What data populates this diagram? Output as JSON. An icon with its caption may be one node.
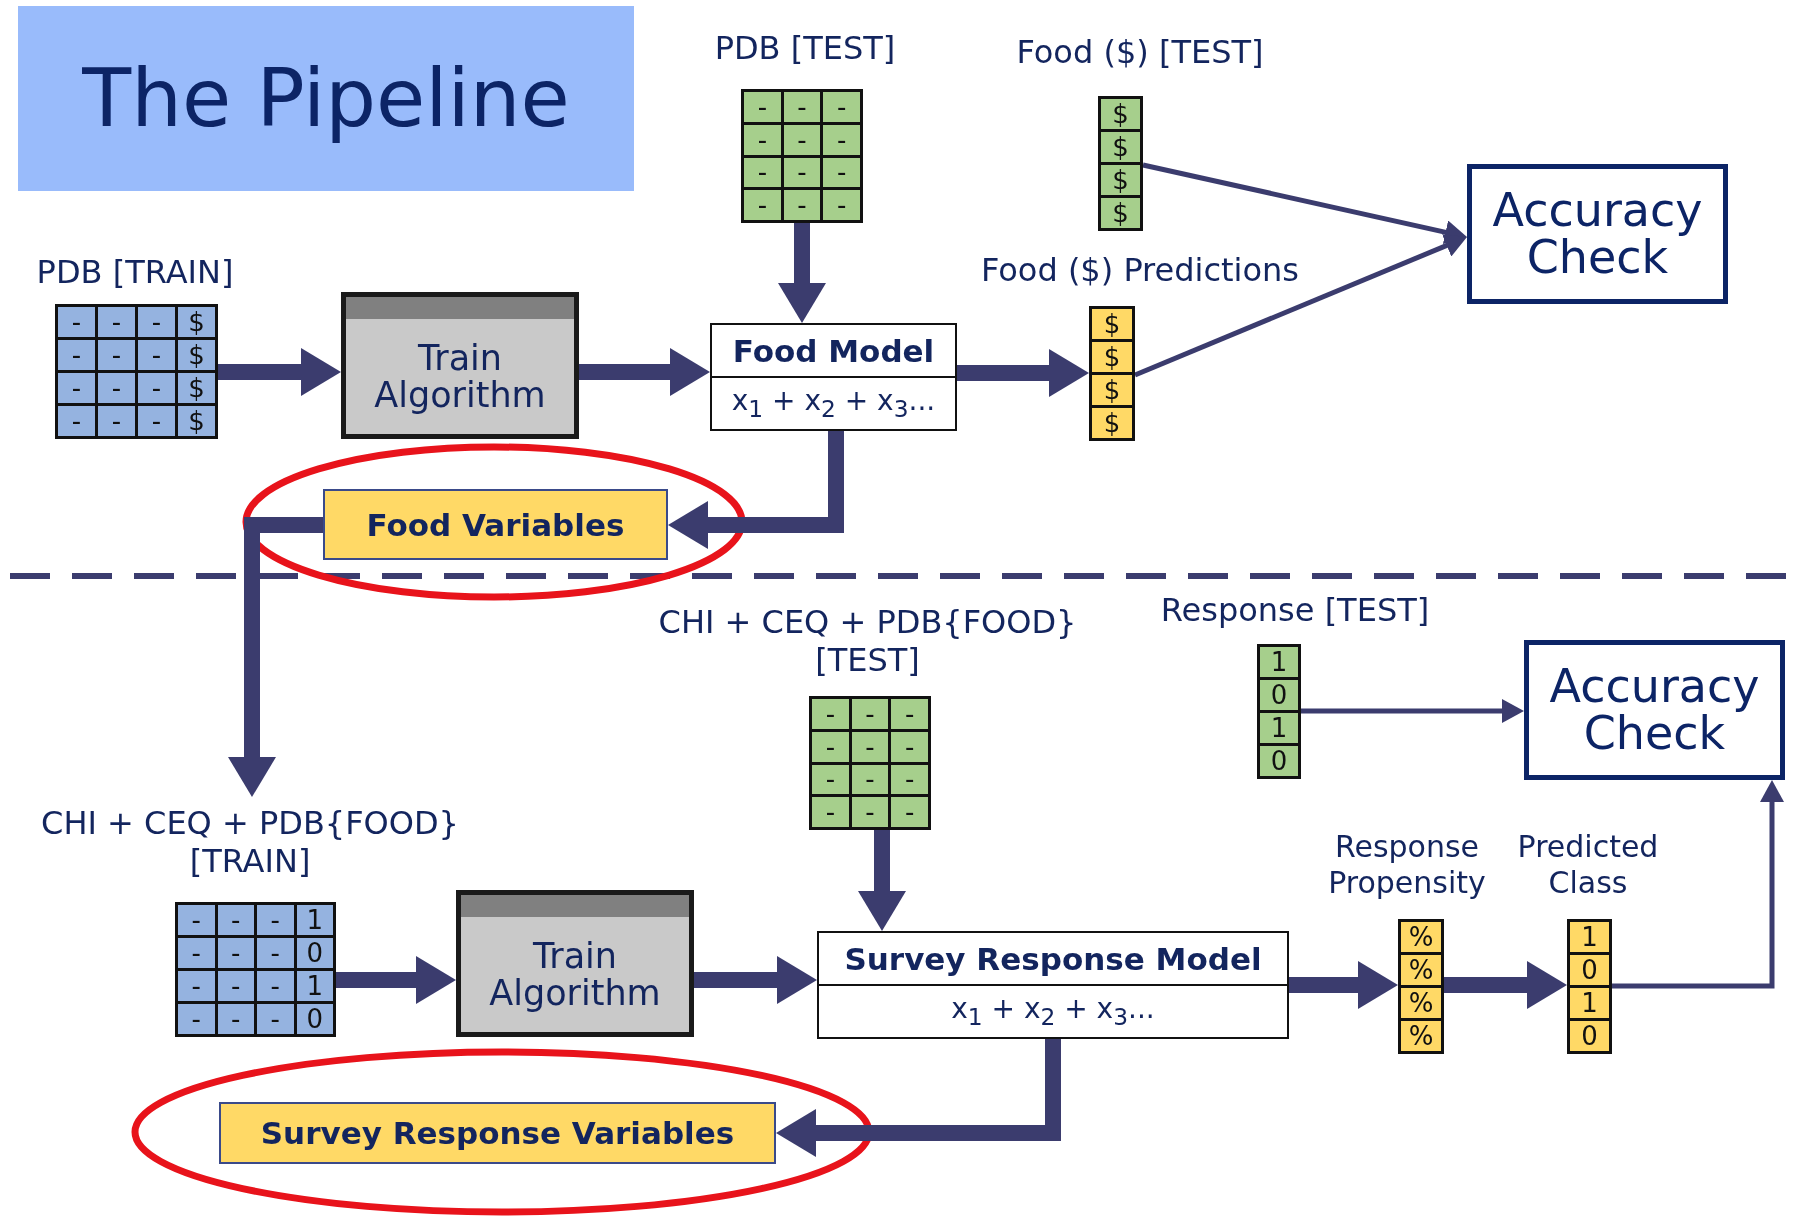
{
  "diagram": {
    "title": "The Pipeline",
    "nodes": [
      {
        "text": [
          "PDB [TRAIN]",
          "-",
          "-",
          "-",
          "$",
          "-",
          "-",
          "-",
          "$",
          "-",
          "-",
          "-",
          "$",
          "-",
          "-",
          "-",
          "$"
        ]
      },
      {
        "text": [
          "Train Algorithm"
        ]
      },
      {
        "text": [
          "PDB [TEST]",
          "-",
          "-",
          "-",
          "-",
          "-",
          "-",
          "-",
          "-",
          "-",
          "-",
          "-",
          "-"
        ]
      },
      {
        "text": [
          "Food Model",
          "x$_{1}$ + x$_{2}$ + x$_{3}$..."
        ]
      },
      {
        "text": [
          "Food ($) [TEST]",
          "$",
          "$",
          "$",
          "$"
        ]
      },
      {
        "text": [
          "Food ($) Predictions",
          "$",
          "$",
          "$",
          "$"
        ]
      },
      {
        "text": [
          "Accuracy Check"
        ]
      },
      {
        "text": [
          "Food Variables"
        ]
      },
      {
        "text": [
          "CHI + CEQ + PDB{FOOD} [TRAIN]",
          "-",
          "-",
          "-",
          "1",
          "-",
          "-",
          "-",
          "0",
          "-",
          "-",
          "-",
          "1",
          "-",
          "-",
          "-",
          "0"
        ]
      },
      {
        "text": [
          "Train Algorithm"
        ]
      },
      {
        "text": [
          "CHI + CEQ + PDB{FOOD} [TEST]",
          "-",
          "-",
          "-",
          "-",
          "-",
          "-",
          "-",
          "-",
          "-",
          "-",
          "-",
          "-"
        ]
      },
      {
        "text": [
          "Survey Response Model",
          "x$_{1}$ + x$_{2}$ + x$_{3}$..."
        ]
      },
      {
        "text": [
          "Response [TEST]",
          "1",
          "0",
          "1",
          "0"
        ]
      },
      {
        "text": [
          "Accuracy Check"
        ]
      },
      {
        "text": [
          "Response Propensity",
          "%",
          "%",
          "%",
          "%"
        ]
      },
      {
        "text": [
          "Predicted Class",
          "1",
          "0",
          "1",
          "0"
        ]
      },
      {
        "text": [
          "Survey Response Variables"
        ]
      }
    ],
    "edges": [
      {
        "from": 0,
        "to": 1,
        "arrow": "to"
      },
      {
        "from": 1,
        "to": 3,
        "arrow": "to"
      },
      {
        "from": 2,
        "to": 3,
        "arrow": "to"
      },
      {
        "from": 3,
        "to": 5,
        "arrow": "to"
      },
      {
        "from": 4,
        "to": 6,
        "arrow": "to"
      },
      {
        "from": 5,
        "to": 6,
        "arrow": "to"
      },
      {
        "from": 3,
        "to": 7,
        "arrow": "to"
      },
      {
        "from": 7,
        "to": 8,
        "arrow": "to"
      },
      {
        "from": 8,
        "to": 9,
        "arrow": "to"
      },
      {
        "from": 9,
        "to": 11,
        "arrow": "to"
      },
      {
        "from": 10,
        "to": 11,
        "arrow": "to"
      },
      {
        "from": 11,
        "to": 14,
        "arrow": "to"
      },
      {
        "from": 14,
        "to": 15,
        "arrow": "to"
      },
      {
        "from": 12,
        "to": 13,
        "arrow": "to"
      },
      {
        "from": 15,
        "to": 13,
        "arrow": "to"
      },
      {
        "from": 11,
        "to": 16,
        "arrow": "to"
      }
    ]
  }
}
